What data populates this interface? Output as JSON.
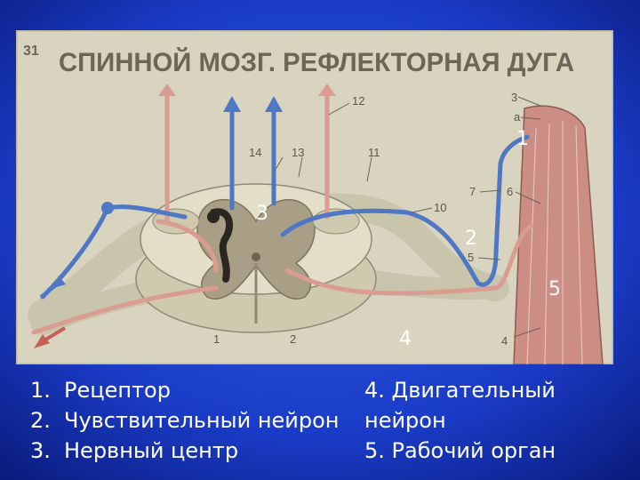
{
  "poster": {
    "plate_number": "31",
    "title": "СПИННОЙ МОЗГ. РЕФЛЕКТОРНАЯ ДУГА",
    "labels": [
      "12",
      "14",
      "13",
      "11",
      "10",
      "3",
      "а",
      "7",
      "6",
      "5",
      "1",
      "2",
      "4"
    ]
  },
  "annotations": [
    "1",
    "2",
    "3",
    "4",
    "5"
  ],
  "legend": {
    "left": [
      {
        "num": "1.",
        "text": "Рецептор"
      },
      {
        "num": "2.",
        "text": "Чувствительный нейрон"
      },
      {
        "num": "3.",
        "text": "Нервный центр"
      }
    ],
    "right": [
      "4. Двигательный",
      "нейрон",
      "5. Рабочий орган"
    ]
  },
  "colors": {
    "background": "#1a3cc8",
    "poster": "#d9d4bf",
    "sensory": "#d99b92",
    "motor": "#4e78c4",
    "grey_matter": "#a99e86"
  }
}
